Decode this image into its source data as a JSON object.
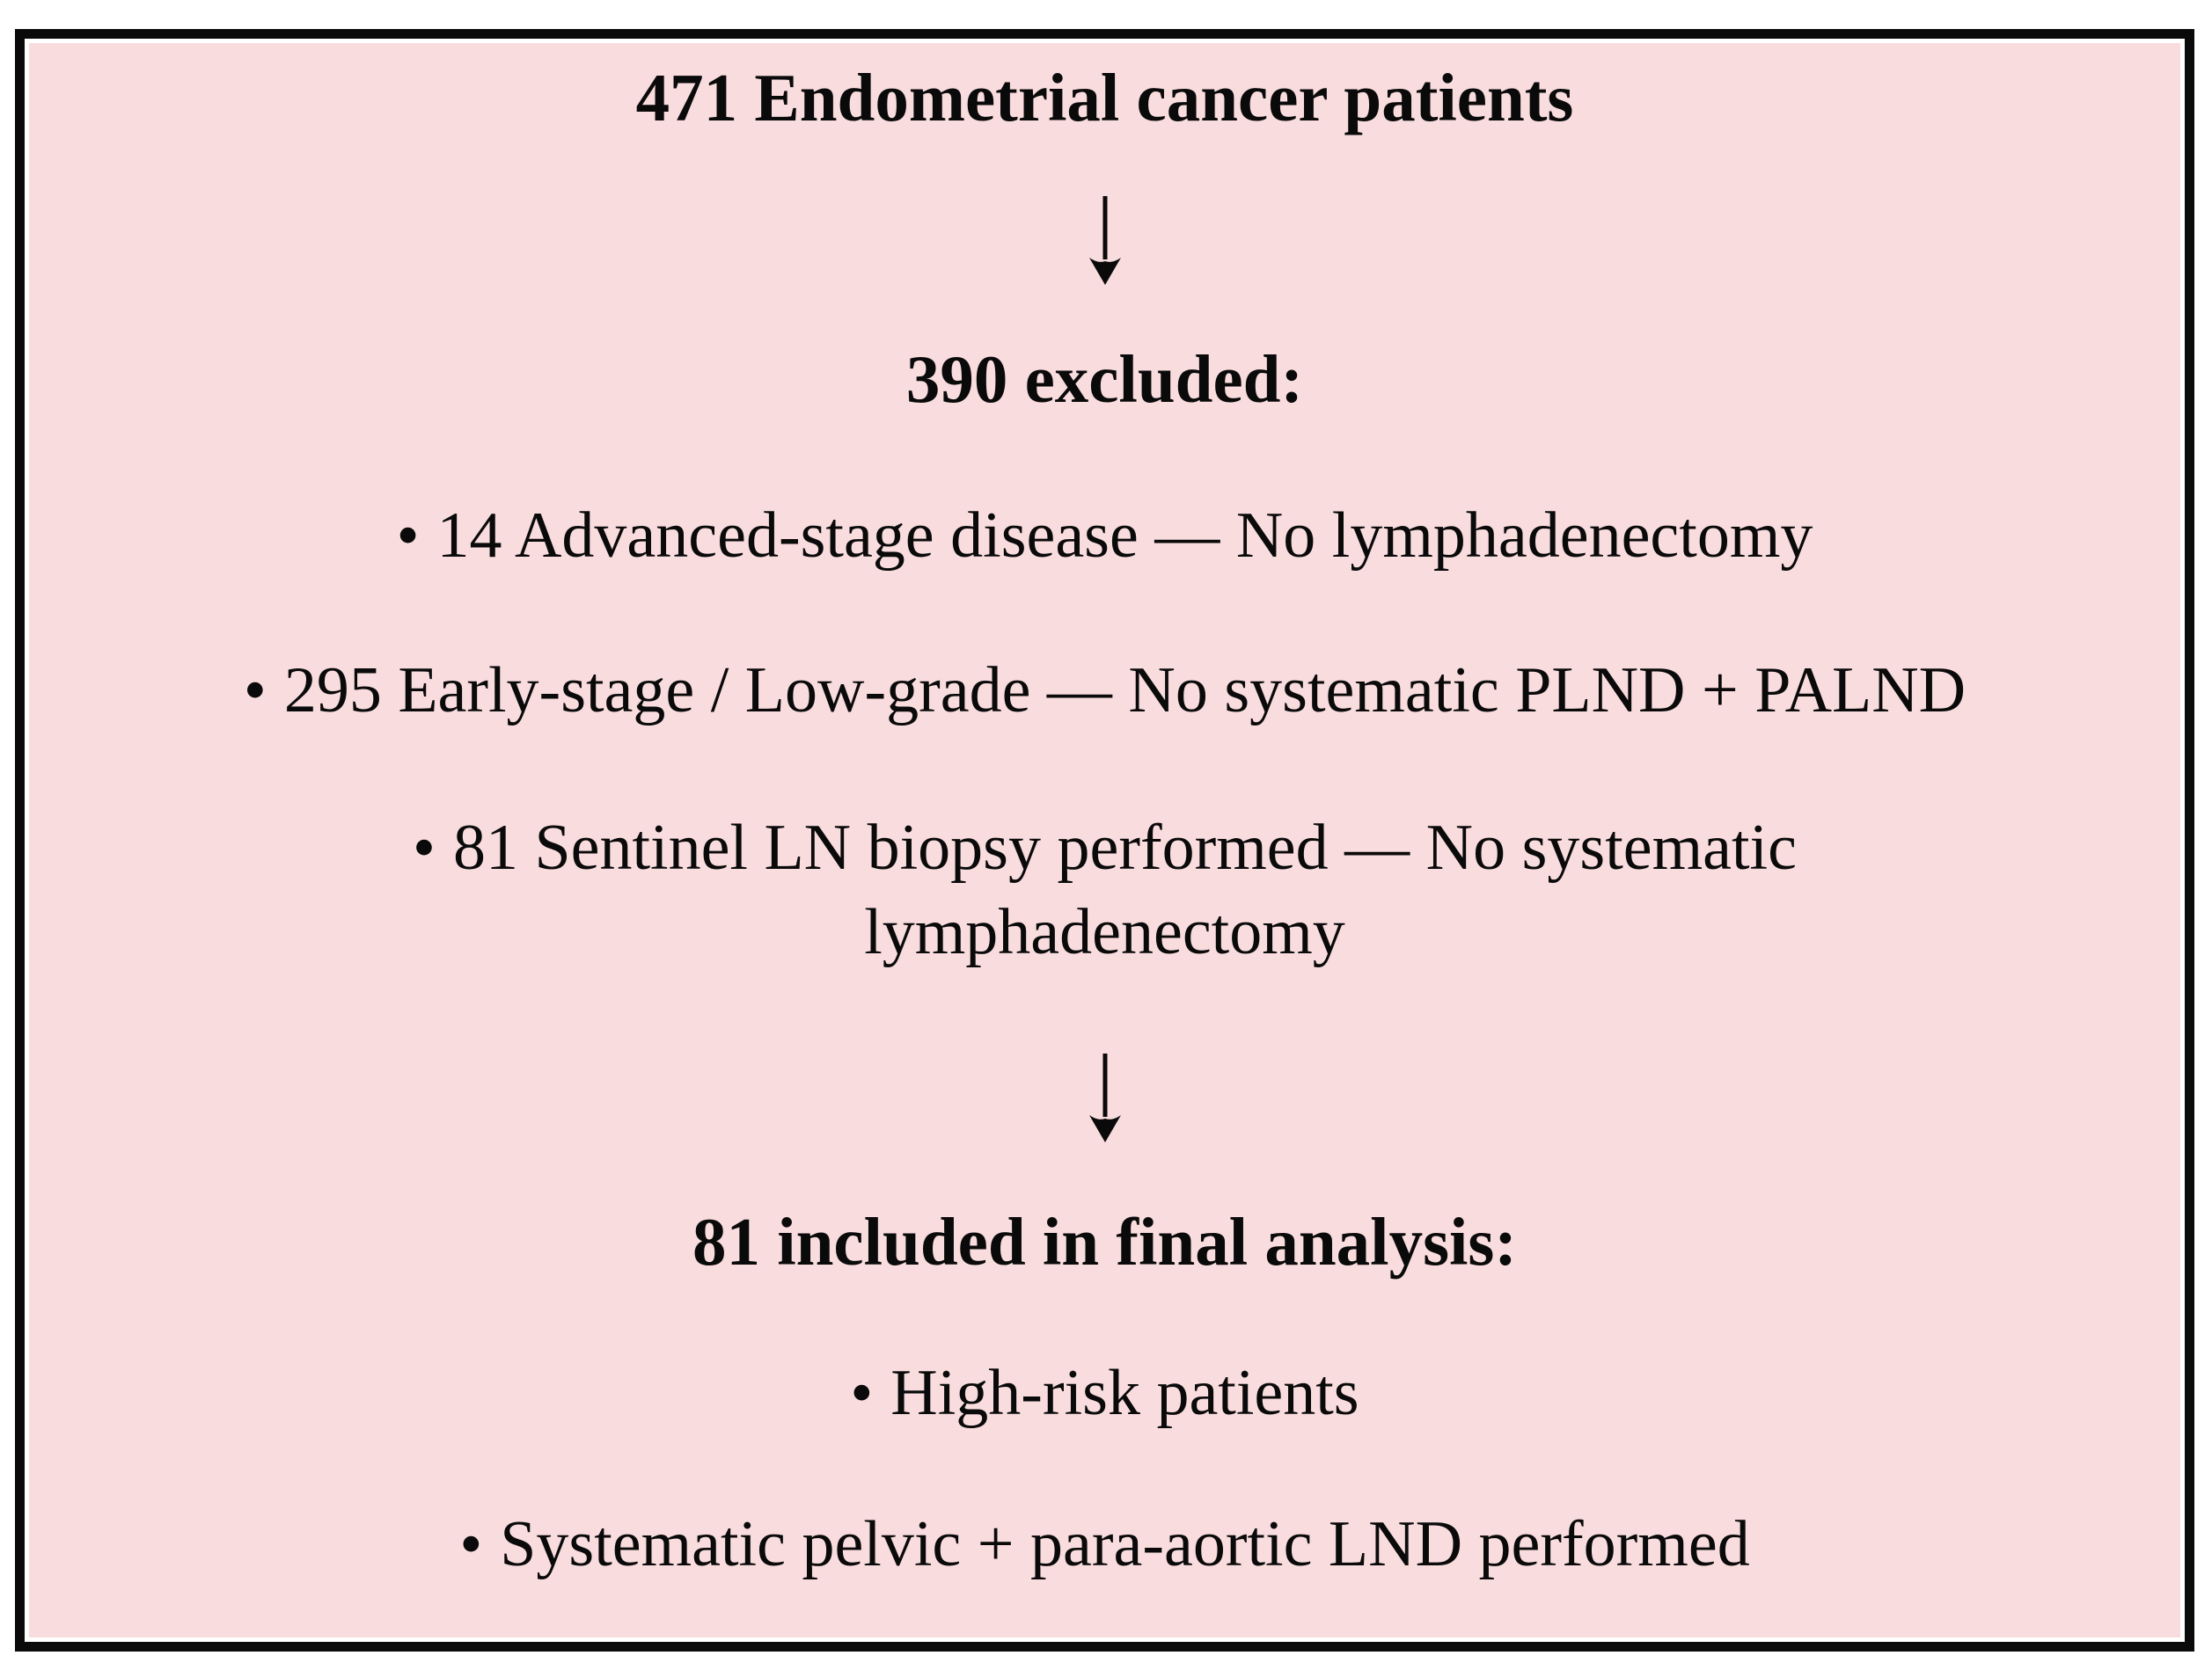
{
  "page": {
    "background_color": "#ffffff",
    "panel_fill_color": "#f9dcde",
    "border_color": "#0a0a0a",
    "text_color": "#0a0a0a"
  },
  "icons": {
    "down_arrow": "down-arrow-icon",
    "bullet": "bullet-icon"
  },
  "flowchart": {
    "bullet": "•",
    "total_node": "471 Endometrial cancer patients",
    "excluded": {
      "header": "390 excluded:",
      "items": [
        "14 Advanced-stage disease — No lymphadenectomy",
        "295 Early-stage / Low-grade — No systematic PLND + PALND",
        "81 Sentinel LN biopsy performed — No systematic lymphadenectomy"
      ]
    },
    "included": {
      "header": "81 included in final analysis:",
      "items": [
        "High-risk patients",
        "Systematic pelvic + para-aortic LND performed"
      ]
    }
  }
}
